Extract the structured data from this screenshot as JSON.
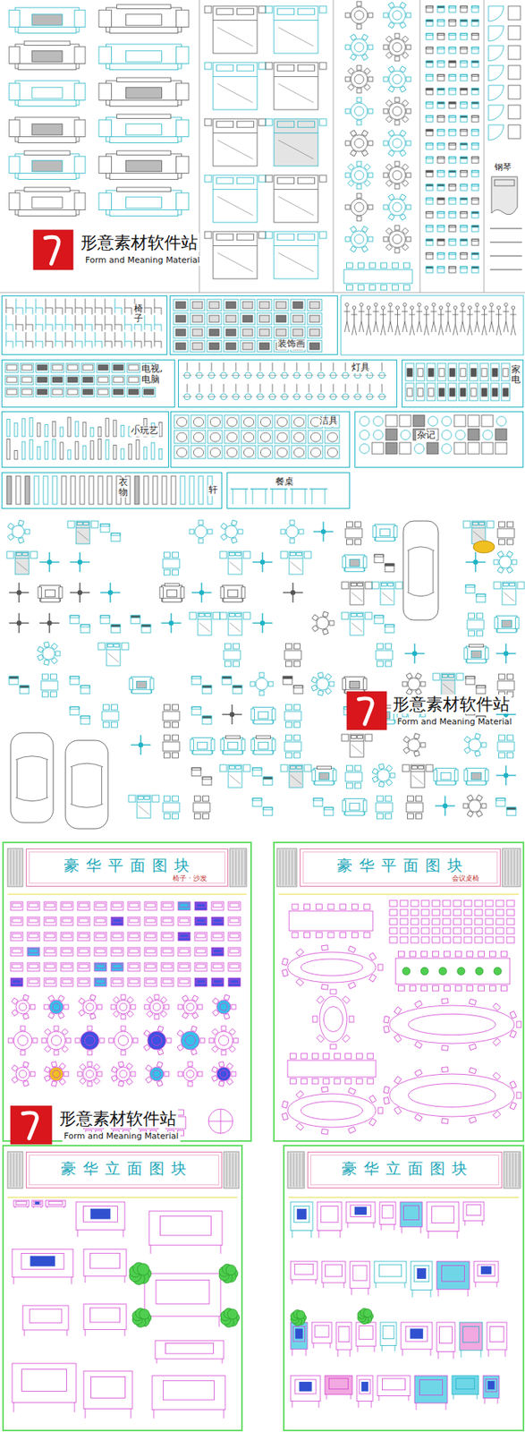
{
  "diagram": {
    "nodes": [
      {
        "text": [
          "椅子"
        ]
      },
      {
        "text": [
          "装饰画"
        ]
      },
      {
        "text": [
          "电视, 电脑"
        ]
      },
      {
        "text": [
          "灯具"
        ]
      },
      {
        "text": [
          "家电"
        ]
      },
      {
        "text": [
          "小玩艺"
        ]
      },
      {
        "text": [
          "洁具"
        ]
      },
      {
        "text": [
          "杂记"
        ]
      },
      {
        "text": [
          "衣物",
          "轩"
        ]
      },
      {
        "text": [
          "餐桌"
        ]
      },
      {
        "text": [
          "豪华平面图块",
          "椅子 · 沙发"
        ]
      },
      {
        "text": [
          "豪华平面图块",
          "会议桌椅"
        ]
      },
      {
        "text": [
          "豪华立面图块"
        ]
      },
      {
        "text": [
          "豪华立面图块"
        ]
      }
    ],
    "labels": [
      "钢琴",
      "形意素材软件站",
      "Form and Meaning Material",
      "形意素材软件站",
      "Form and Meaning Material",
      "形意素材软件站",
      "Form and Meaning Material"
    ]
  }
}
